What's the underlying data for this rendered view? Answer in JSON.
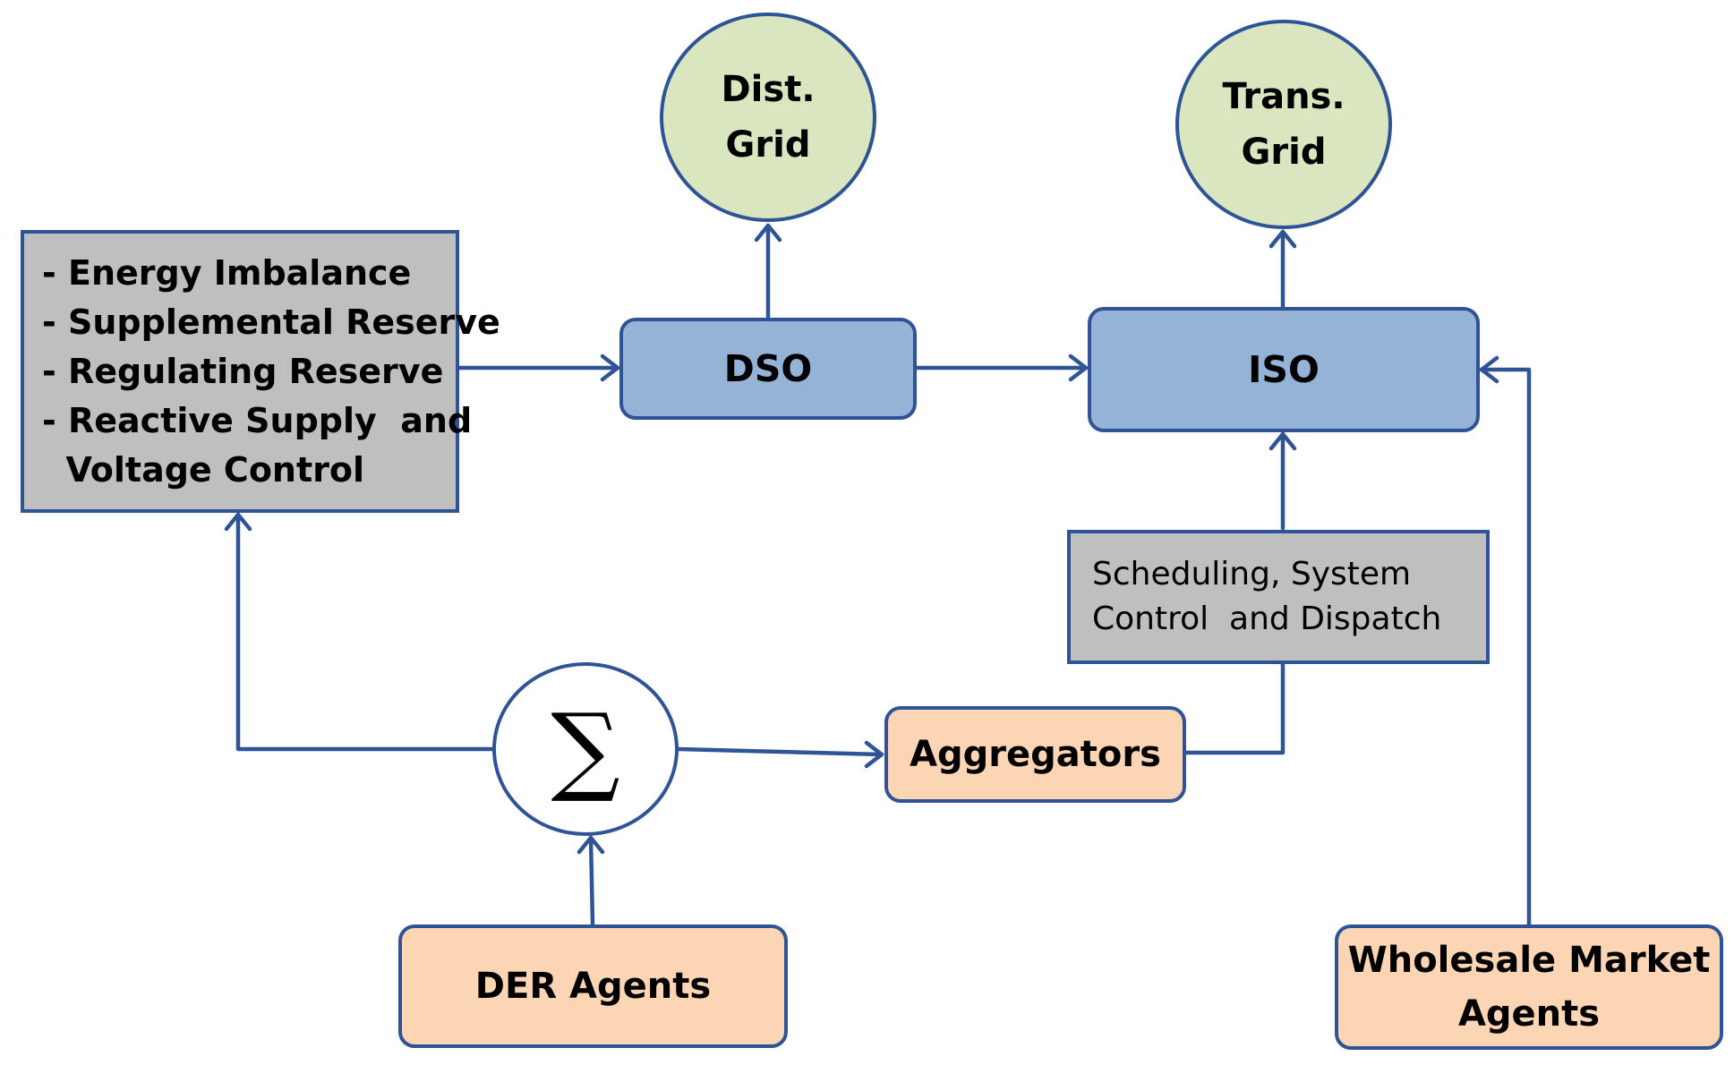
{
  "nodes": {
    "dist_grid": [
      "Dist.",
      "Grid"
    ],
    "trans_grid": [
      "Trans.",
      "Grid"
    ],
    "dso": "DSO",
    "iso": "ISO",
    "services": [
      "- Energy Imbalance",
      "- Supplemental Reserve",
      "- Regulating Reserve",
      "- Reactive Supply  and",
      "  Voltage Control"
    ],
    "scheduling": [
      "Scheduling, System",
      "Control  and Dispatch"
    ],
    "sum_symbol": "∑",
    "aggregators": "Aggregators",
    "der_agents": "DER Agents",
    "wholesale": [
      "Wholesale Market",
      "Agents"
    ]
  },
  "colors": {
    "stroke": "#2f5496",
    "grid_fill": "#d9e6bf",
    "operator_fill": "#95b3d7",
    "agent_fill": "#fcd5b4",
    "service_fill": "#bfbfbf"
  }
}
